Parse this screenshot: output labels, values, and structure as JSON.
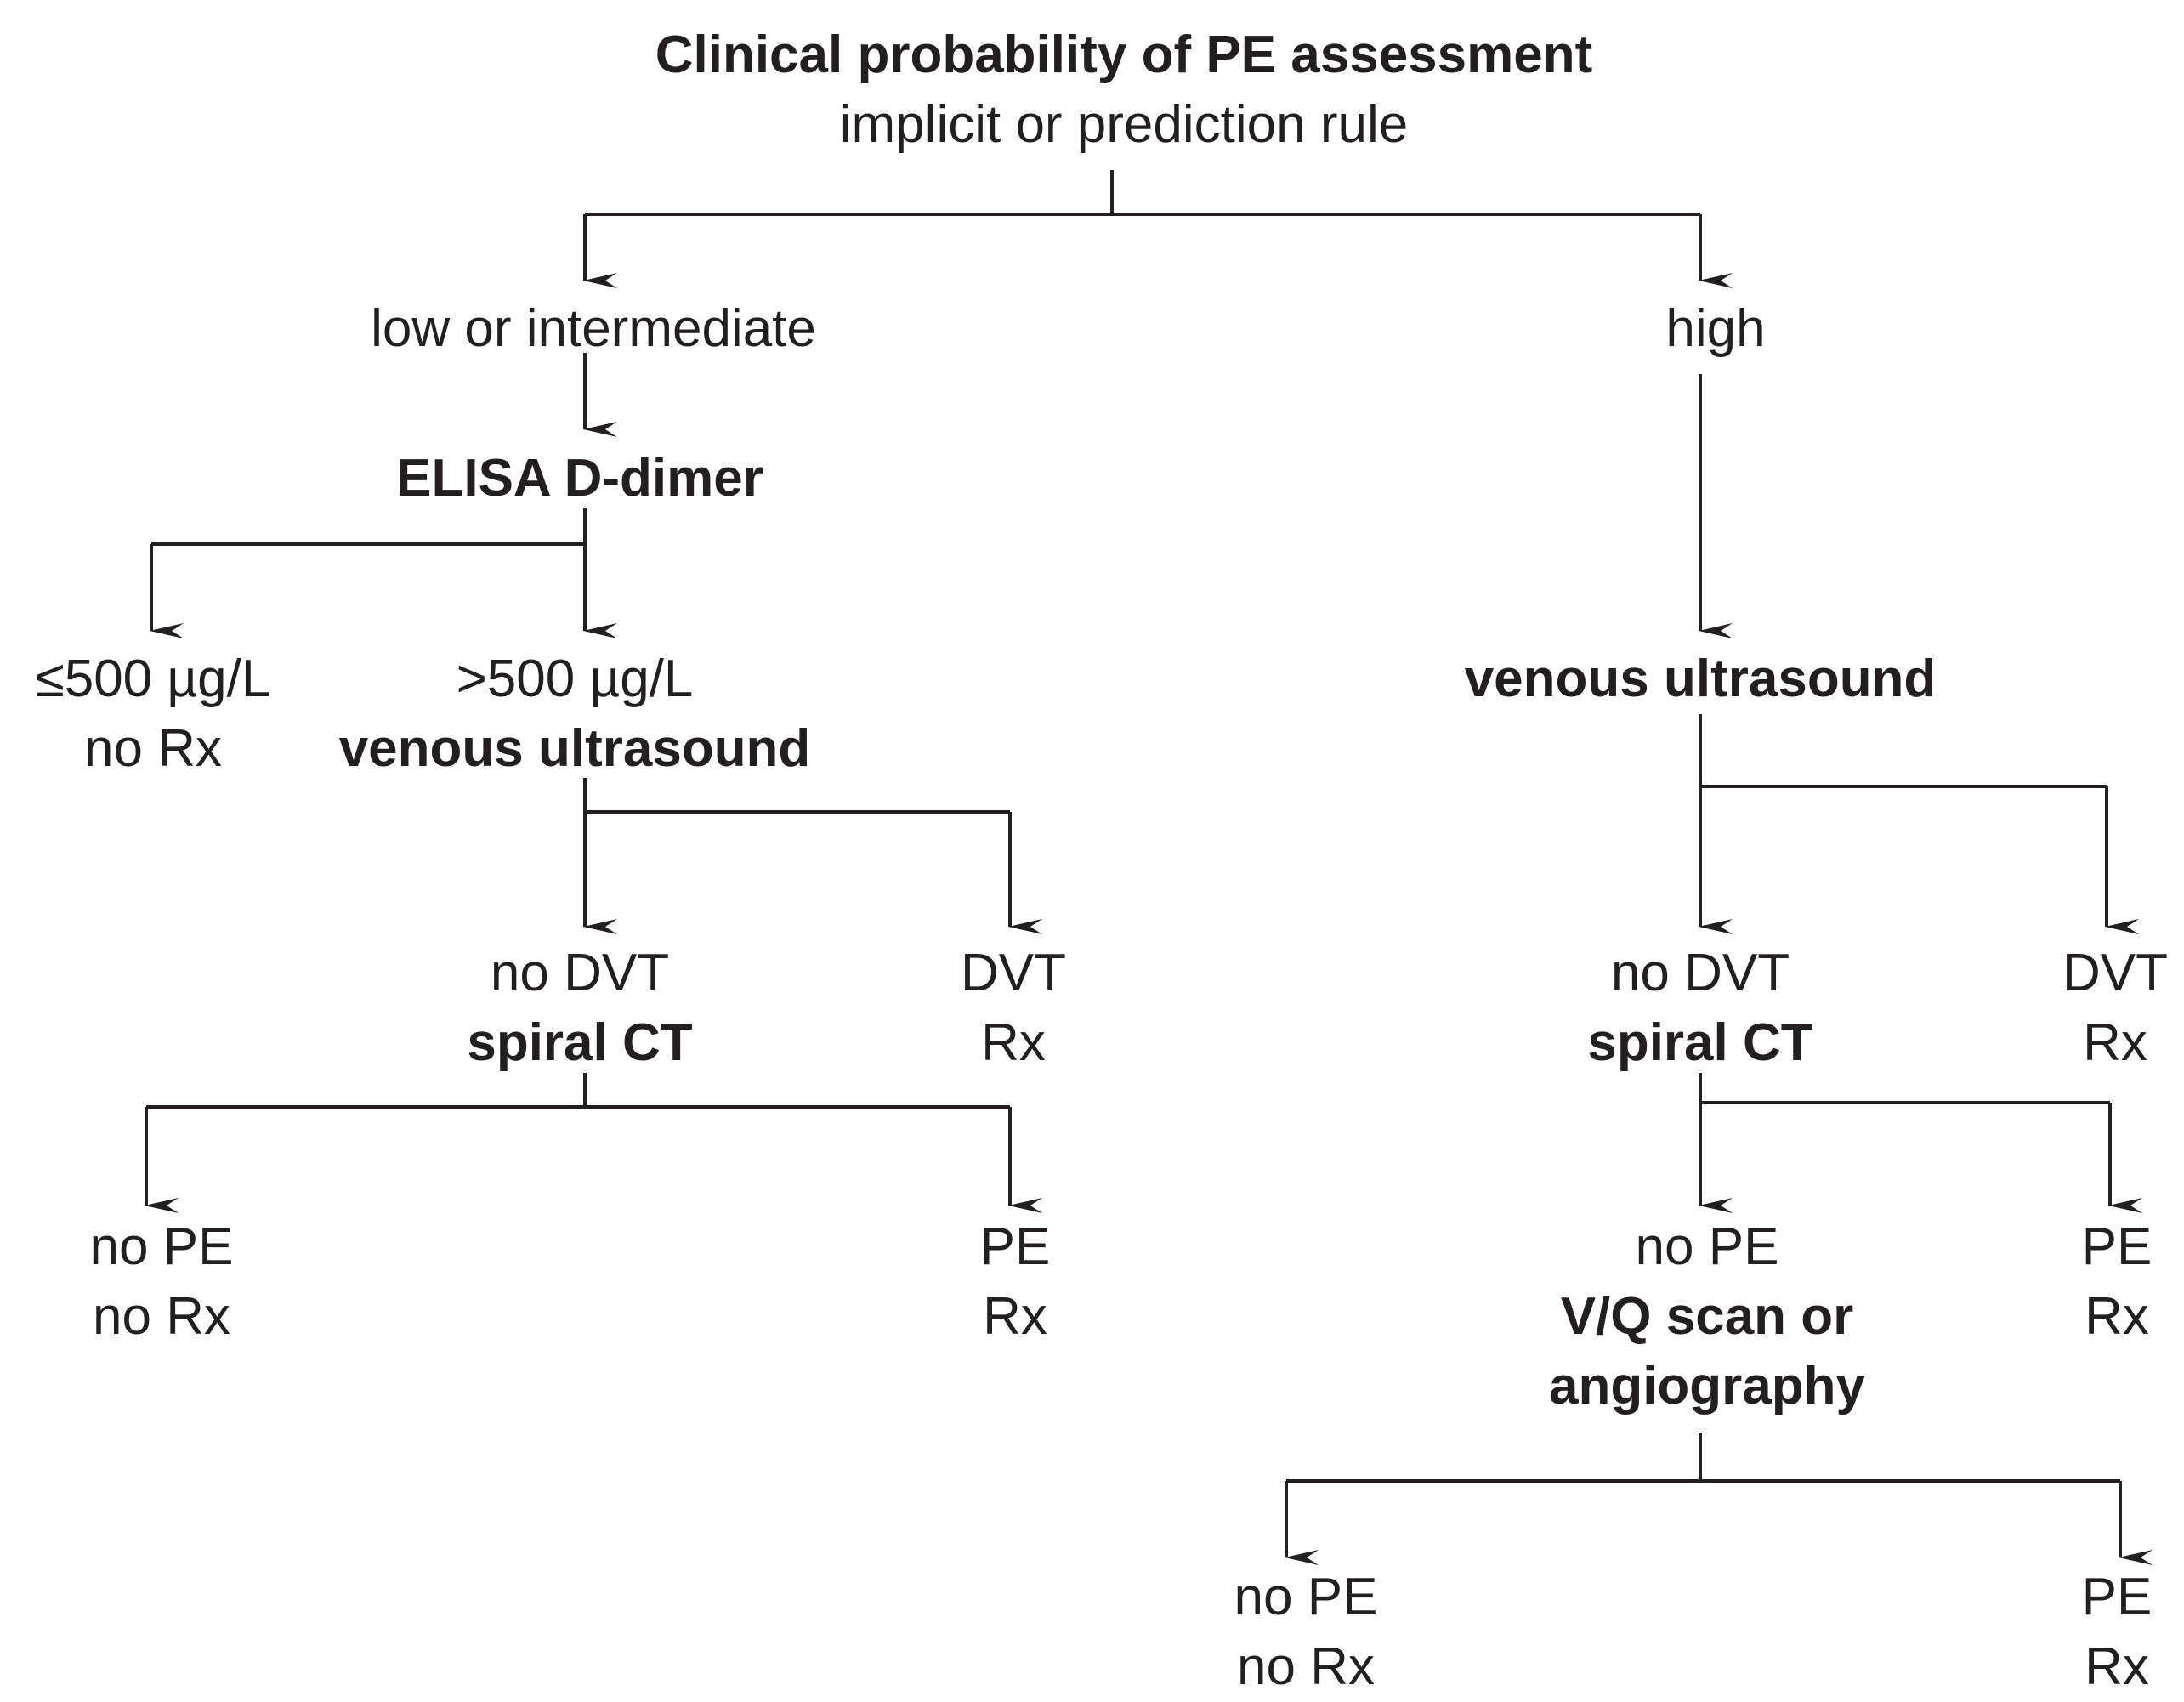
{
  "root": {
    "title": "Clinical probability of PE assessment",
    "subtitle": "implicit or prediction rule"
  },
  "low": {
    "label": "low or intermediate"
  },
  "high": {
    "label": "high"
  },
  "ddimer": {
    "label": "ELISA D-dimer"
  },
  "neg_ddimer": {
    "result": "≤500 µg/L",
    "action": "no Rx"
  },
  "pos_ddimer": {
    "result": ">500 µg/L",
    "action": "venous ultrasound"
  },
  "high_us": {
    "label": "venous ultrasound"
  },
  "left_nodvt": {
    "result": "no DVT",
    "action": "spiral CT"
  },
  "left_dvt": {
    "result": "DVT",
    "action": "Rx"
  },
  "right_nodvt": {
    "result": "no DVT",
    "action": "spiral CT"
  },
  "right_dvt": {
    "result": "DVT",
    "action": "Rx"
  },
  "left_nope": {
    "result": "no PE",
    "action": "no Rx"
  },
  "left_pe": {
    "result": "PE",
    "action": "Rx"
  },
  "right_nope": {
    "result": "no PE",
    "action_line1": "V/Q scan or",
    "action_line2": "angiography"
  },
  "right_pe": {
    "result": "PE",
    "action": "Rx"
  },
  "final_nope": {
    "result": "no PE",
    "action": "no Rx"
  },
  "final_pe": {
    "result": "PE",
    "action": "Rx"
  }
}
